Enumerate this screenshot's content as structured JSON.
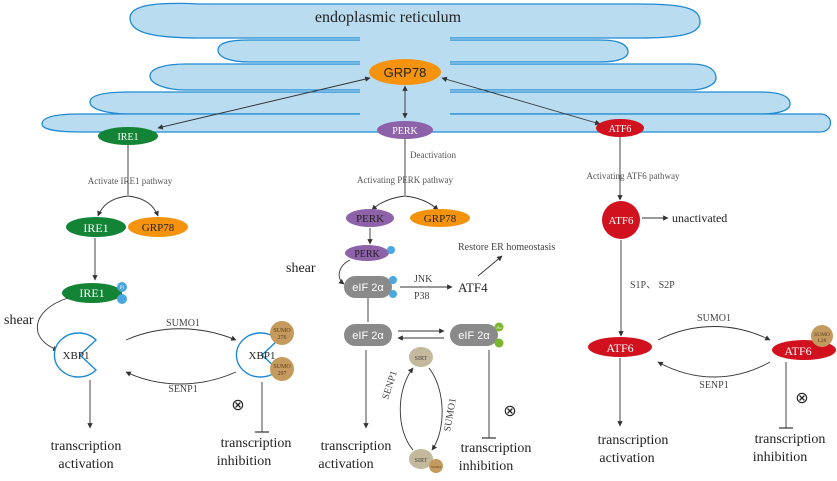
{
  "colors": {
    "er_fill": "#b9dcf1",
    "er_stroke": "#1e8ad3",
    "grp78": "#f5930f",
    "perk": "#8e62a8",
    "ire1": "#138436",
    "atf6": "#d1111e",
    "eif": "#8a8a8a",
    "phospho": "#4aa7df",
    "sumo": "#c49a5e",
    "sirt": "#c4b99c",
    "acetyl": "#7cb82f",
    "line": "#333333"
  },
  "er": {
    "label": "endoplasmic reticulum"
  },
  "grp78": {
    "label": "GRP78"
  },
  "ire1_branch": {
    "receptor": "IRE1",
    "activate_label": "Activate IRE1 pathway",
    "ire1_label": "IRE1",
    "grp78_label": "GRP78",
    "ire1p_label": "IRE1",
    "p1": "Pi",
    "shear": "shear",
    "xbp1": "XBP1",
    "xbp1_sumo": "XBP1",
    "sumo_top_1": "SUMO",
    "sumo_top_2": "276",
    "sumo_bottom_1": "SUMO",
    "sumo_bottom_2": "297",
    "sumo1": "SUMO1",
    "senp1": "SENP1",
    "inhibit_symbol": "⊗",
    "act_1": "transcription",
    "act_2": "activation",
    "inh_1": "transcription",
    "inh_2": "inhibition"
  },
  "perk_branch": {
    "receptor": "PERK",
    "deactivation": "Deactivation",
    "activating": "Activating PERK pathway",
    "perk_label": "PERK",
    "grp78_label": "GRP78",
    "perkp_label": "PERK",
    "pi": "Pi",
    "shear": "shear",
    "eif_p": "eIF 2α",
    "jnk": "JNK",
    "p38": "P38",
    "atf4": "ATF4",
    "restore": "Restore ER homeostasis",
    "eif_left": "eIF 2α",
    "eif_right": "eIF 2α",
    "ac": "Ac",
    "sirt": "SIRT",
    "sirt_sumo": "SIRT",
    "sumo_small": "SUMO",
    "senp1": "SENP1",
    "sumo1": "SUMO1",
    "inhibit_symbol": "⊗",
    "act_1": "transcription",
    "act_2": "activation",
    "inh_1": "transcription",
    "inh_2": "inhibition"
  },
  "atf6_branch": {
    "receptor": "ATF6",
    "activating": "Activating ATF6 pathway",
    "atf6_circle": "ATF6",
    "unactivated": "unactivated",
    "s1p": "S1P、 S2P",
    "atf6_label": "ATF6",
    "atf6_sumo": "ATF6",
    "sumo_1": "SUMO",
    "sumo_2": "L28",
    "sumo1": "SUMO1",
    "senp1": "SENP1",
    "inhibit_symbol": "⊗",
    "act_1": "transcription",
    "act_2": "activation",
    "inh_1": "transcription",
    "inh_2": "inhibition"
  }
}
